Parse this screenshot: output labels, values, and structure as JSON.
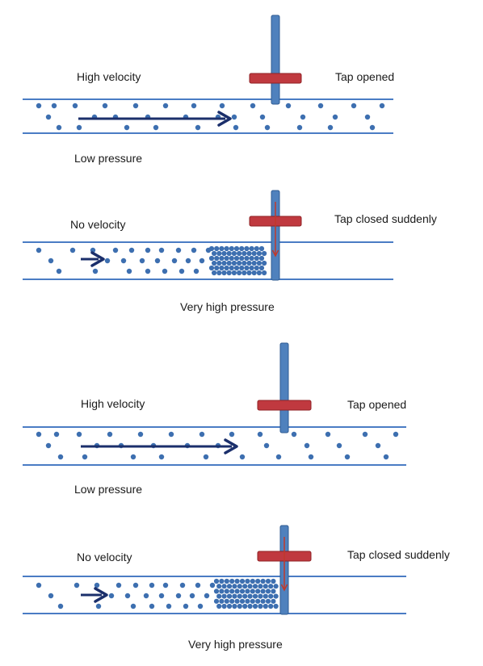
{
  "colors": {
    "pipe": "#4a7cc4",
    "particle": "#3d6fb0",
    "arrow": "#1b2f6b",
    "valve_stem": "#4f81bd",
    "valve_stem_edge": "#2f5b92",
    "handle": "#c0393f",
    "handle_edge": "#8f2226",
    "closing_arrow": "#c0392b",
    "text": "#1a1a1a"
  },
  "panels": [
    {
      "state": "open",
      "left_label": "High velocity",
      "right_label": "Tap opened",
      "bottom_label": "Low pressure"
    },
    {
      "state": "closed",
      "left_label": "No velocity",
      "right_label": "Tap closed suddenly",
      "bottom_label": "Very high pressure"
    },
    {
      "state": "open",
      "left_label": "High velocity",
      "right_label": "Tap opened",
      "bottom_label": "Low pressure"
    },
    {
      "state": "closed",
      "left_label": "No velocity",
      "right_label": "Tap closed suddenly",
      "bottom_label": "Very high pressure"
    }
  ]
}
